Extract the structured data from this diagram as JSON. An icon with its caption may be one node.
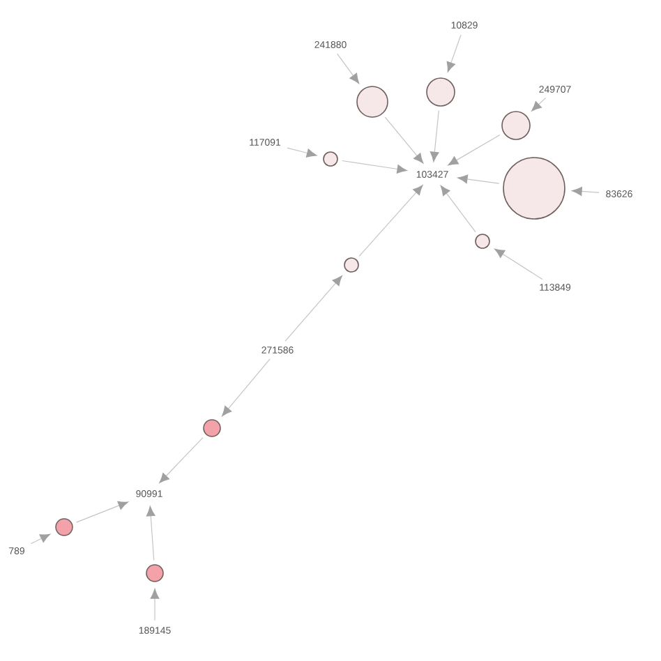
{
  "diagram": {
    "nodes": [
      {
        "text": [
          "10829"
        ]
      },
      {
        "text": [
          "241880"
        ]
      },
      {
        "text": [],
        "shape": "circle"
      },
      {
        "text": [],
        "shape": "circle"
      },
      {
        "text": [
          "249707"
        ]
      },
      {
        "text": [],
        "shape": "circle"
      },
      {
        "text": [
          "117091"
        ]
      },
      {
        "text": [],
        "shape": "circle"
      },
      {
        "text": [
          "103427"
        ]
      },
      {
        "text": [],
        "shape": "circle"
      },
      {
        "text": [
          "83626"
        ]
      },
      {
        "text": [],
        "shape": "circle"
      },
      {
        "text": [
          "113849"
        ]
      },
      {
        "text": [],
        "shape": "circle"
      },
      {
        "text": [
          "271586"
        ]
      },
      {
        "text": [],
        "shape": "circle"
      },
      {
        "text": [
          "90991"
        ]
      },
      {
        "text": [
          "789"
        ]
      },
      {
        "text": [],
        "shape": "circle"
      },
      {
        "text": [],
        "shape": "circle"
      },
      {
        "text": [
          "189145"
        ]
      }
    ],
    "edges": [
      {
        "from": 0,
        "to": 2,
        "arrow": "to"
      },
      {
        "from": 2,
        "to": 8,
        "arrow": "to"
      },
      {
        "from": 1,
        "to": 3,
        "arrow": "to"
      },
      {
        "from": 3,
        "to": 8,
        "arrow": "to"
      },
      {
        "from": 4,
        "to": 5,
        "arrow": "to"
      },
      {
        "from": 5,
        "to": 8,
        "arrow": "to"
      },
      {
        "from": 6,
        "to": 7,
        "arrow": "to"
      },
      {
        "from": 7,
        "to": 8,
        "arrow": "to"
      },
      {
        "from": 10,
        "to": 9,
        "arrow": "to"
      },
      {
        "from": 9,
        "to": 8,
        "arrow": "to"
      },
      {
        "from": 12,
        "to": 11,
        "arrow": "to"
      },
      {
        "from": 11,
        "to": 8,
        "arrow": "to"
      },
      {
        "from": 14,
        "to": 13,
        "arrow": "to"
      },
      {
        "from": 13,
        "to": 8,
        "arrow": "to"
      },
      {
        "from": 14,
        "to": 15,
        "arrow": "to"
      },
      {
        "from": 15,
        "to": 16,
        "arrow": "to"
      },
      {
        "from": 17,
        "to": 18,
        "arrow": "to"
      },
      {
        "from": 18,
        "to": 16,
        "arrow": "to"
      },
      {
        "from": 20,
        "to": 19,
        "arrow": "to"
      },
      {
        "from": 19,
        "to": 16,
        "arrow": "to"
      }
    ]
  }
}
